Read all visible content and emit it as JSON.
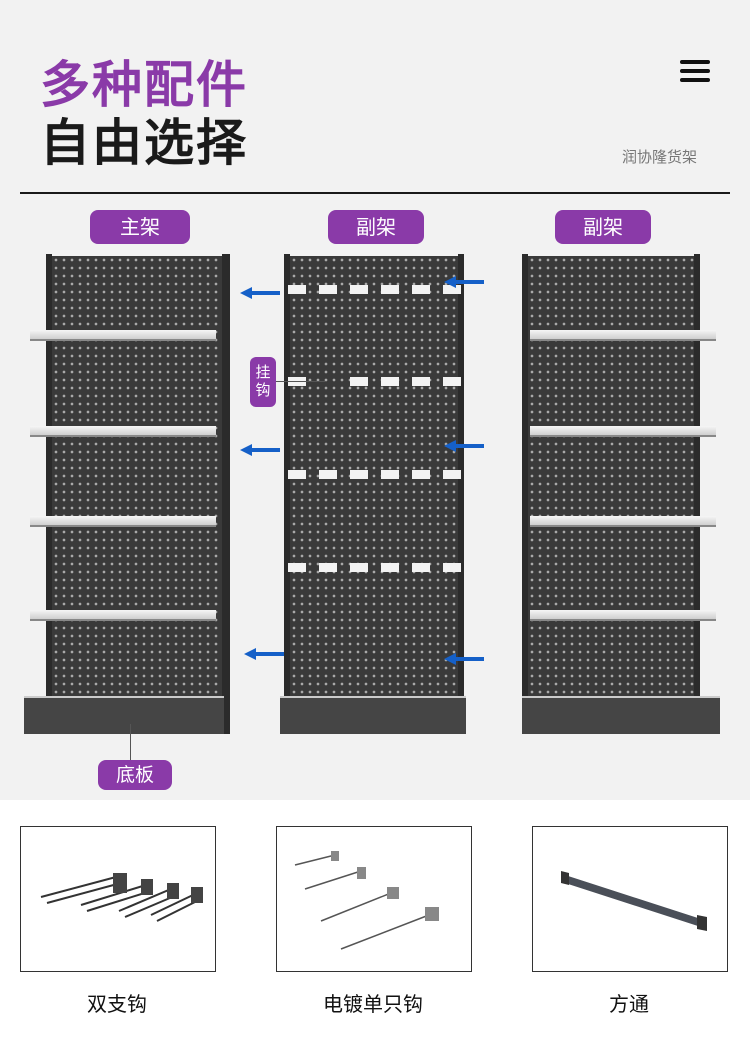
{
  "header": {
    "title_line1": "多种配件",
    "title_line2": "自由选择",
    "brand": "润协隆货架",
    "menu_icon": "hamburger-menu-icon"
  },
  "shelves": {
    "main_label": "主架",
    "sub_label_1": "副架",
    "sub_label_2": "副架",
    "hook_label": "挂钩",
    "base_label": "底板"
  },
  "accessories": [
    {
      "label": "双支钩",
      "icon": "double-hook-icon"
    },
    {
      "label": "电镀单只钩",
      "icon": "single-hook-icon"
    },
    {
      "label": "方通",
      "icon": "square-tube-icon"
    }
  ],
  "colors": {
    "accent_purple": "#8a3aa8",
    "arrow_blue": "#1560c8",
    "panel_dark": "#3a3a3a"
  }
}
